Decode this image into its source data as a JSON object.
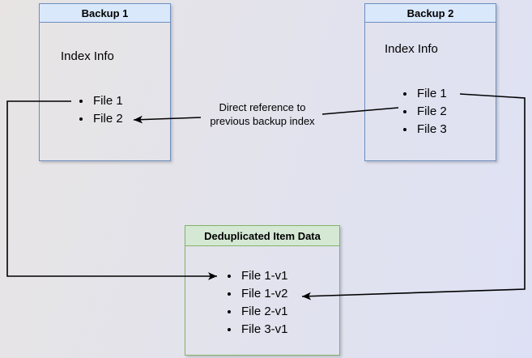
{
  "diagram": {
    "backup1": {
      "title": "Backup 1",
      "subtitle": "Index Info",
      "files": [
        "File 1",
        "File 2"
      ]
    },
    "backup2": {
      "title": "Backup 2",
      "subtitle": "Index Info",
      "files": [
        "File 1",
        "File 2",
        "File 3"
      ]
    },
    "dedup": {
      "title": "Deduplicated Item Data",
      "files": [
        "File 1-v1",
        "File 1-v2",
        "File 2-v1",
        "File 3-v1"
      ]
    },
    "edge_label": {
      "line1": "Direct reference to",
      "line2": "previous backup index"
    },
    "colors": {
      "blue_header_fill": "#dae8fc",
      "blue_border": "#6c8ebf",
      "green_header_fill": "#d5e8d4",
      "green_border": "#82b366",
      "arrow": "#000000",
      "background_left": "#e7e4e3",
      "background_right": "#dee1f5"
    }
  }
}
